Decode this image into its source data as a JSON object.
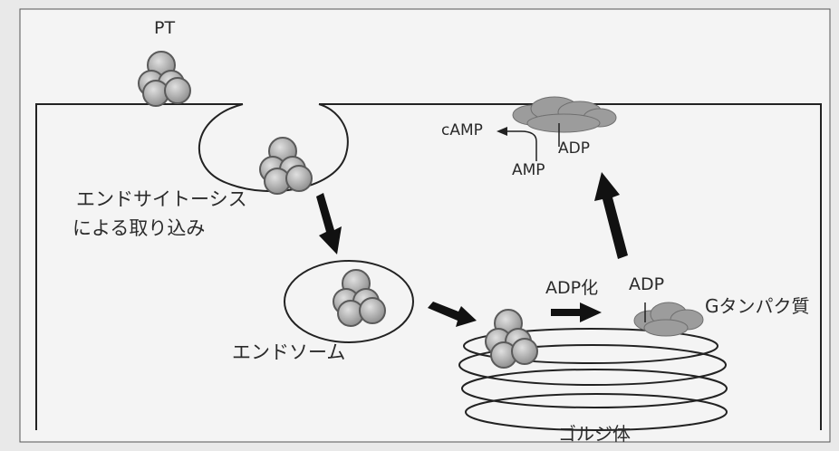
{
  "labels": {
    "pt": "PT",
    "endocytosis_line1": "エンドサイトーシス",
    "endocytosis_line2": "による取り込み",
    "endosome": "エンドソーム",
    "adp_ribosylation": "ADP化",
    "adp_golgi": "ADP",
    "g_protein": "Gタンパク質",
    "golgi": "ゴルジ体",
    "camp": "cAMP",
    "amp": "AMP",
    "adp_top": "ADP"
  },
  "colors": {
    "background": "#e9e9e9",
    "panel": "#f4f4f4",
    "line": "#222222",
    "toxin_fill": "#a7a7a7",
    "toxin_stroke": "#5a5a5a",
    "cloud": "#9c9c9c",
    "arrow": "#111111"
  }
}
